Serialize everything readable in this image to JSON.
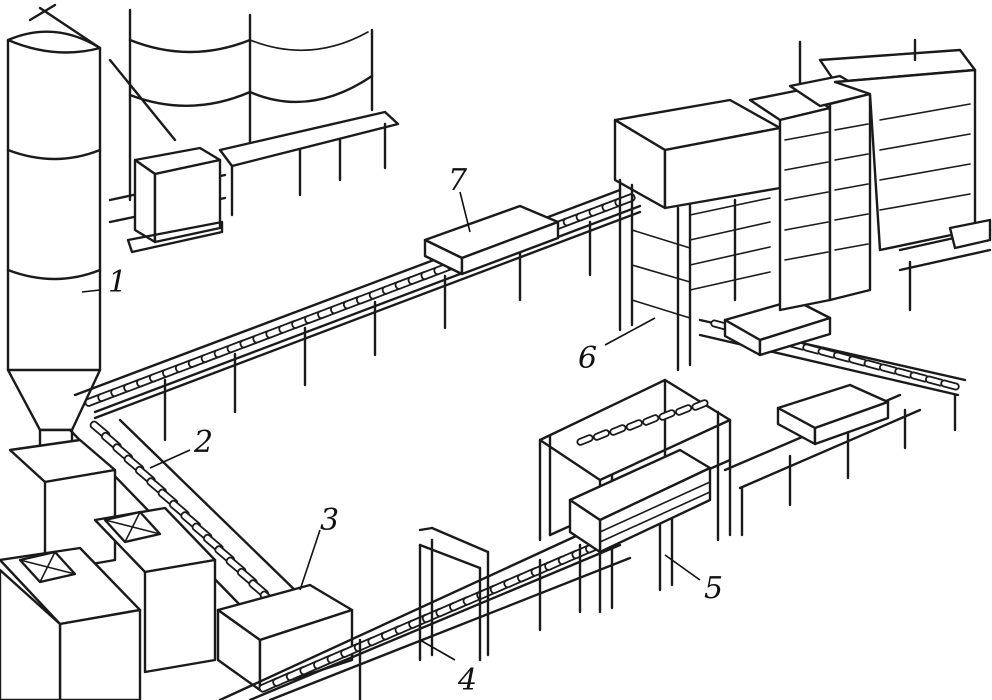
{
  "labels": {
    "l1": "1",
    "l2": "2",
    "l3": "3",
    "l4": "4",
    "l5": "5",
    "l6": "6",
    "l7": "7"
  },
  "colors": {
    "ink": "#1a1a1a",
    "paper": "#ffffff"
  }
}
